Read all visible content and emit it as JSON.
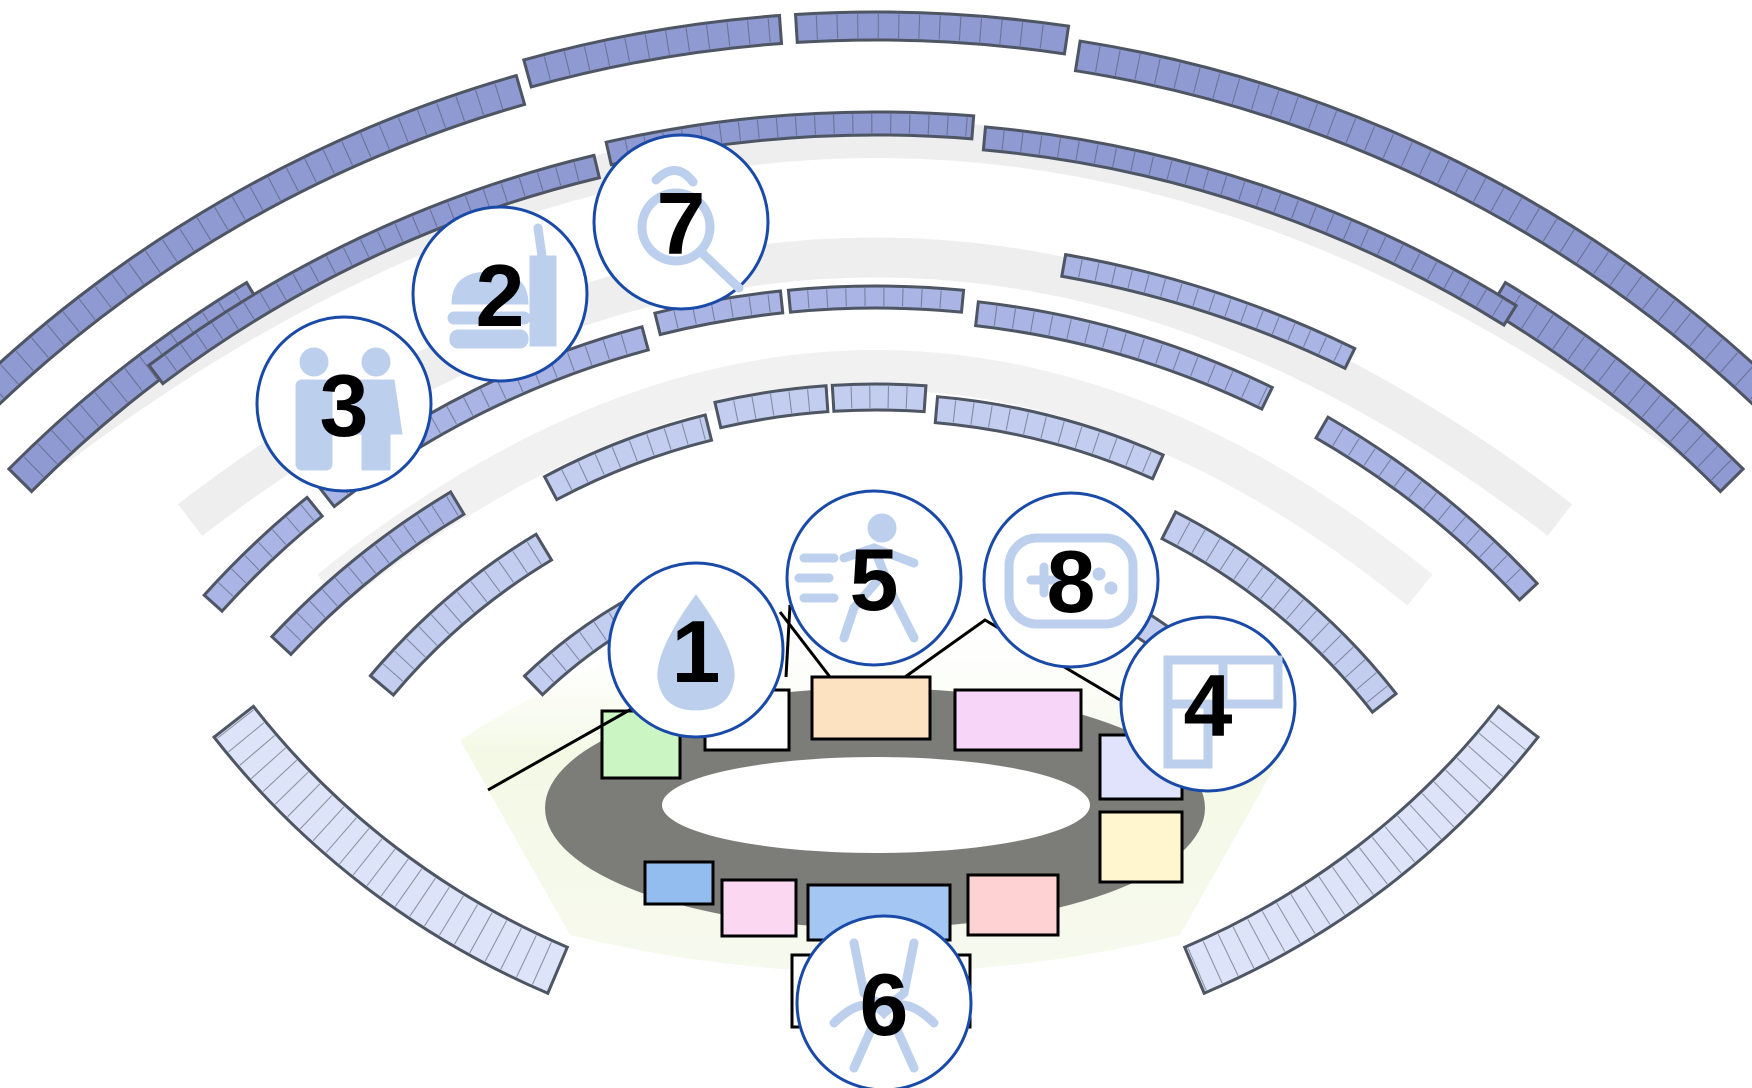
{
  "colors": {
    "outer_tier": "#8f99d2",
    "middle_tier": "#aab5e6",
    "inner_tier": "#c3cdf0",
    "front_tier": "#dde3f8",
    "concourse": "#ededed",
    "floor_glow": "#f4f9e6",
    "track": "#7c7d78",
    "infield": "#ffffff",
    "marker_border": "#1a4aa8",
    "marker_icon": "#bcd0ee"
  },
  "booths": [
    {
      "id": "booth-green",
      "color": "#ccf5c4"
    },
    {
      "id": "booth-white",
      "color": "#ffffff"
    },
    {
      "id": "booth-peach",
      "color": "#fde2c2"
    },
    {
      "id": "booth-violet",
      "color": "#f6d5f8"
    },
    {
      "id": "booth-lavender",
      "color": "#e0e3fb"
    },
    {
      "id": "booth-cream",
      "color": "#fff6cf"
    },
    {
      "id": "booth-blue-small",
      "color": "#92bdee"
    },
    {
      "id": "booth-pink",
      "color": "#fcd7f2"
    },
    {
      "id": "booth-blue-large",
      "color": "#a3c6f2"
    },
    {
      "id": "booth-rose",
      "color": "#fed2d2"
    },
    {
      "id": "booth-bottom",
      "color": "#ffffff"
    }
  ],
  "markers": [
    {
      "label": "1",
      "icon": "water-drop-icon"
    },
    {
      "label": "2",
      "icon": "food-drink-icon"
    },
    {
      "label": "3",
      "icon": "restroom-icon"
    },
    {
      "label": "4",
      "icon": "shop-icon"
    },
    {
      "label": "5",
      "icon": "runner-icon"
    },
    {
      "label": "6",
      "icon": "stretching-icon"
    },
    {
      "label": "7",
      "icon": "search-icon"
    },
    {
      "label": "8",
      "icon": "game-controller-icon"
    }
  ]
}
